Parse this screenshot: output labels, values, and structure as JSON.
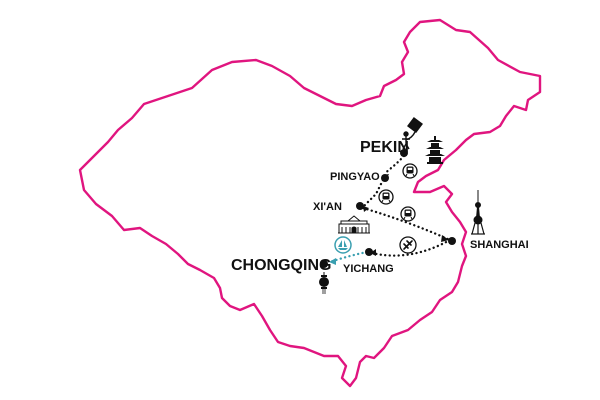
{
  "colors": {
    "border": "#e0157f",
    "route": "#111111",
    "river_route": "#3a9fb0",
    "city_dot": "#111111",
    "icon_badge": "#ffffff"
  },
  "cities": {
    "pekin": "PEKIN",
    "pingyao": "PINGYAO",
    "xian": "XI'AN",
    "shanghai": "SHANGHAI",
    "chongqing": "CHONGQING",
    "yichang": "YICHANG"
  },
  "icons": {
    "pekin_landmark": "kite-icon",
    "pekin_pagoda": "pagoda-icon",
    "train_1": "train-icon",
    "train_2": "train-icon",
    "train_3": "train-icon",
    "xian_landmark": "city-wall-icon",
    "flight": "airplane-icon",
    "shanghai_tower": "oriental-pearl-tower-icon",
    "boat": "boat-icon",
    "chongqing_lantern": "lantern-icon"
  }
}
